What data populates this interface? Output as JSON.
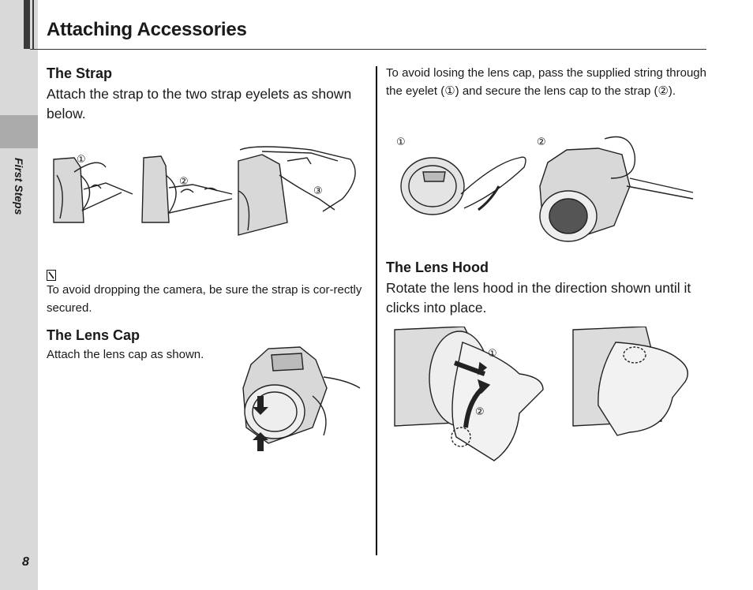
{
  "sidebar": {
    "section_label": "First Steps",
    "page_number": "8"
  },
  "page_title": "Attaching Accessories",
  "strap": {
    "heading": "The Strap",
    "body": "Attach the strap to the two strap eyelets as shown below.",
    "markers": [
      "①",
      "②",
      "③"
    ]
  },
  "note": {
    "icon": "note-pencil-icon",
    "text": "To avoid dropping the camera, be sure the strap is cor-rectly secured."
  },
  "lens_cap": {
    "heading": "The Lens Cap",
    "body": "Attach the lens cap as shown."
  },
  "lens_cap_string": {
    "body": "To avoid losing the lens cap, pass the supplied string through the eyelet (①) and secure the lens cap to the strap (②).",
    "markers": [
      "①",
      "②"
    ]
  },
  "lens_hood": {
    "heading": "The Lens Hood",
    "body": "Rotate the lens hood in the direction shown until it clicks into place.",
    "markers": [
      "①",
      "②"
    ]
  }
}
